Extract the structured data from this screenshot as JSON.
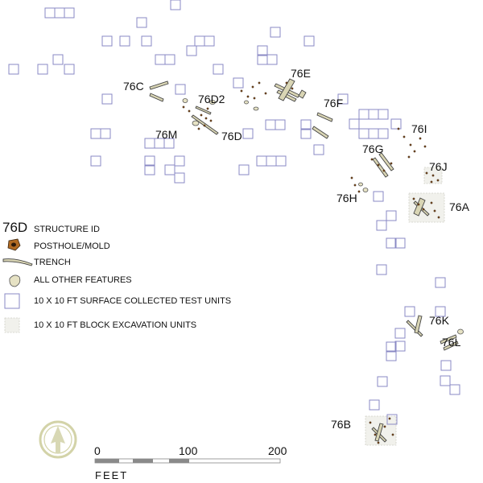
{
  "structures": [
    {
      "id": "76C"
    },
    {
      "id": "76D2"
    },
    {
      "id": "76M"
    },
    {
      "id": "76D"
    },
    {
      "id": "76E"
    },
    {
      "id": "76F"
    },
    {
      "id": "76I"
    },
    {
      "id": "76G"
    },
    {
      "id": "76J"
    },
    {
      "id": "76H"
    },
    {
      "id": "76A"
    },
    {
      "id": "76K"
    },
    {
      "id": "76L"
    },
    {
      "id": "76B"
    }
  ],
  "legend": {
    "structure_id_sample": "76D",
    "structure_id": "STRUCTURE ID",
    "posthole": "POSTHOLE/MOLD",
    "trench": "TRENCH",
    "other": "ALL OTHER FEATURES",
    "surface_units": "10 X 10 FT SURFACE COLLECTED TEST UNITS",
    "block_units": "10 X 10 FT BLOCK EXCAVATION UNITS"
  },
  "scale": {
    "ticks": [
      "0",
      "100",
      "200"
    ],
    "unit": "FEET"
  },
  "colors": {
    "test_unit_outline": "#8a89c4",
    "block_unit_fill": "#f1f1ec",
    "feature_fill": "#e6e2c4",
    "posthole_fill": "#7a4a1e",
    "north_arrow": "#d8d8b4"
  },
  "icons": {
    "north_arrow": "north-arrow-icon"
  }
}
